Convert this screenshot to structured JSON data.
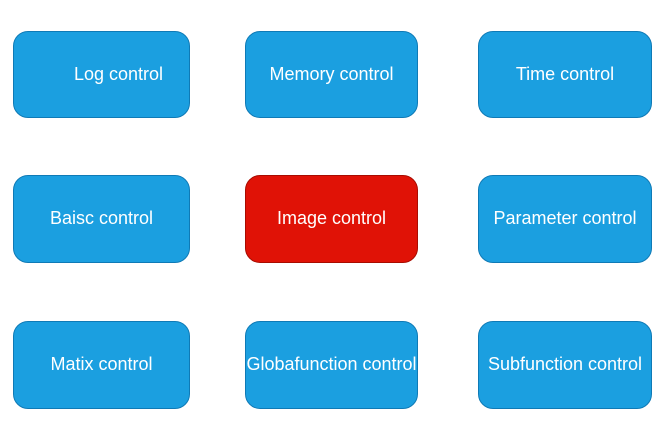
{
  "colors": {
    "page_background": "#ffffff",
    "button_blue": "#1b9fe0",
    "button_blue_border": "#0f7ab6",
    "button_red": "#e01206",
    "button_red_border": "#a80c00",
    "button_text": "#ffffff"
  },
  "grid": {
    "rows": 3,
    "cols": 3,
    "buttons": [
      {
        "label": "Log control",
        "color": "blue"
      },
      {
        "label": "Memory control",
        "color": "blue"
      },
      {
        "label": "Time control",
        "color": "blue"
      },
      {
        "label": "Baisc control",
        "color": "blue"
      },
      {
        "label": "Image control",
        "color": "red"
      },
      {
        "label": "Parameter control",
        "color": "blue"
      },
      {
        "label": "Matix control",
        "color": "blue"
      },
      {
        "label": "Globafunction control",
        "color": "blue"
      },
      {
        "label": "Subfunction control",
        "color": "blue"
      }
    ]
  }
}
